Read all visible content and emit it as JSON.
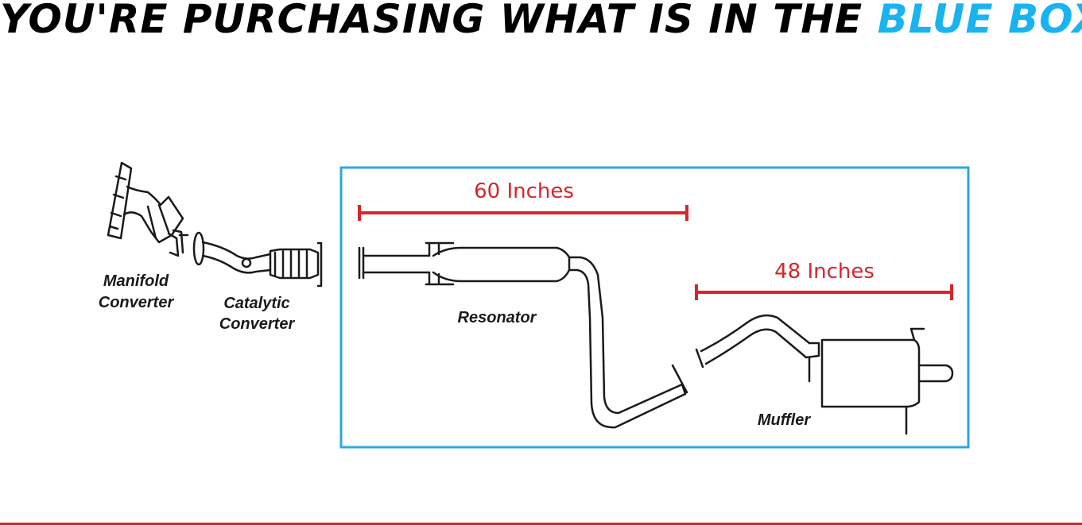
{
  "headline": {
    "text_main": "YOU'RE PURCHASING WHAT IS IN THE",
    "text_highlight": "BLUE BOX"
  },
  "parts": {
    "manifold_line1": "Manifold",
    "manifold_line2": "Converter",
    "catalytic_line1": "Catalytic",
    "catalytic_line2": "Converter",
    "resonator": "Resonator",
    "muffler": "Muffler"
  },
  "dimensions": {
    "front_section": "60 Inches",
    "rear_section": "48 Inches"
  },
  "colors": {
    "highlight_blue": "#19b3f0",
    "box_border": "#2ea8df",
    "dimension_red": "#d7262b",
    "line_art": "#1a1a1a"
  }
}
